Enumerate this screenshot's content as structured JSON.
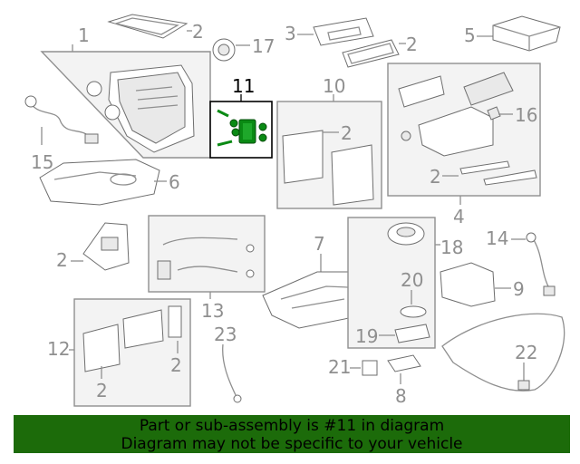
{
  "callouts": {
    "c1": "1",
    "c2": "2",
    "c3": "3",
    "c4": "4",
    "c5": "5",
    "c6": "6",
    "c7": "7",
    "c8": "8",
    "c9": "9",
    "c10": "10",
    "c11": "11",
    "c12": "12",
    "c13": "13",
    "c14": "14",
    "c15": "15",
    "c16": "16",
    "c17": "17",
    "c18": "18",
    "c19": "19",
    "c20": "20",
    "c21": "21",
    "c22": "22",
    "c23": "23"
  },
  "highlight_color": "#0a8a14",
  "banner": {
    "background": "#1c6b0a",
    "line1": "Part or sub-assembly is #11 in diagram",
    "line2": "Diagram may not be specific to your vehicle"
  }
}
